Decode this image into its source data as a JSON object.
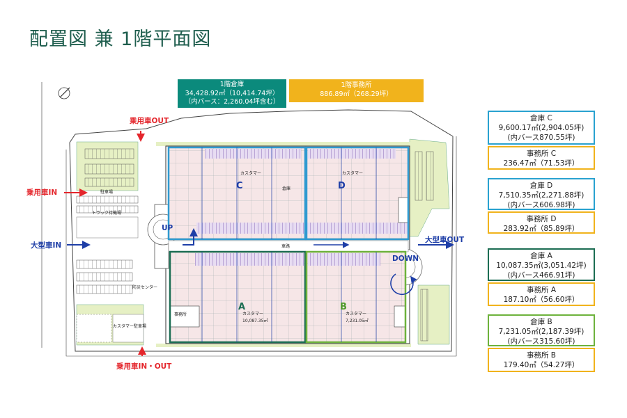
{
  "title": "配置図 兼 1階平面図",
  "summary": {
    "warehouse": {
      "l1": "1階倉庫",
      "l2": "34,428.92㎡（10,414.74坪）",
      "l3": "（内バース：2,260.04坪含む）"
    },
    "office": {
      "l1": "1階事務所",
      "l2": "886.89㎡（268.29坪）"
    }
  },
  "plan": {
    "labels": {
      "car_out": "乗用車OUT",
      "car_in": "乗用車IN",
      "truck_in": "大型車IN",
      "truck_out": "大型車OUT",
      "car_inout": "乗用車IN・OUT",
      "up": "UP",
      "down": "DOWN"
    },
    "zones": {
      "a": "A",
      "b": "B",
      "c": "C",
      "d": "D"
    },
    "small": {
      "customer_a": "カスタマー",
      "area_a": "10,087.35㎡",
      "customer_b": "カスタマー",
      "area_b": "7,231.05㎡",
      "customer_c": "カスタマー",
      "customer_d": "カスタマー",
      "warehouse": "倉庫",
      "truck_area": "トラック待機場",
      "lane": "車路",
      "office_a": "事務所",
      "center": "防災センター",
      "parking": "駐車場",
      "customer_parking": "カスタマー駐車場"
    }
  },
  "cards": [
    {
      "title": "倉庫 C",
      "l2": "9,600.17㎡(2,904.05坪)",
      "l3": "(内バース870.55坪)"
    },
    {
      "title": "事務所 C",
      "l2": "236.47㎡（71.53坪）"
    },
    {
      "title": "倉庫 D",
      "l2": "7,510.35㎡(2,271.88坪)",
      "l3": "(内バース606.98坪)"
    },
    {
      "title": "事務所 D",
      "l2": "283.92㎡（85.89坪）"
    },
    {
      "title": "倉庫 A",
      "l2": "10,087.35㎡(3,051.42坪)",
      "l3": "(内バース466.91坪)"
    },
    {
      "title": "事務所 A",
      "l2": "187.10㎡（56.60坪）"
    },
    {
      "title": "倉庫 B",
      "l2": "7,231.05㎡(2,187.39坪)",
      "l3": "(内バース315.60坪)"
    },
    {
      "title": "事務所 B",
      "l2": "179.40㎡（54.27坪）"
    }
  ]
}
